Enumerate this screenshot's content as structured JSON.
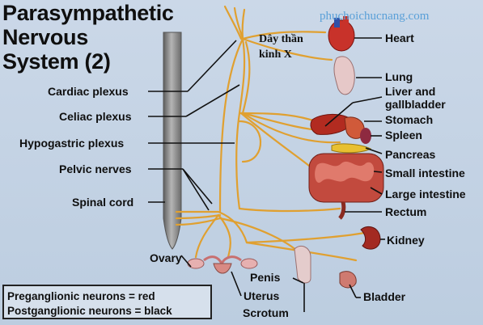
{
  "title": {
    "line1": "Parasympathetic",
    "line2": "Nervous",
    "line3": "System (2)"
  },
  "watermark": "phuchoichucnang.com",
  "annotation": {
    "line1": "Dây thần",
    "line2": "kinh X"
  },
  "left_labels": {
    "cardiac_plexus": "Cardiac plexus",
    "celiac_plexus": "Celiac plexus",
    "hypogastric_plexus": "Hypogastric plexus",
    "pelvic_nerves": "Pelvic nerves",
    "spinal_cord": "Spinal cord"
  },
  "right_labels": {
    "heart": "Heart",
    "lung": "Lung",
    "liver_line1": "Liver and",
    "liver_line2": "gallbladder",
    "stomach": "Stomach",
    "spleen": "Spleen",
    "pancreas": "Pancreas",
    "small_intestine": "Small intestine",
    "large_intestine": "Large intestine",
    "rectum": "Rectum",
    "kidney": "Kidney",
    "bladder": "Bladder"
  },
  "bottom_labels": {
    "ovary": "Ovary",
    "penis": "Penis",
    "uterus": "Uterus",
    "scrotum": "Scrotum"
  },
  "legend": {
    "line1": "Preganglionic neurons = red",
    "line2": "Postganglionic neurons = black"
  },
  "colors": {
    "background": "#c4d3e4",
    "nerve": "#e0a030",
    "spinal_cord": "#8c8c8c",
    "organ_red": "#c8322a",
    "leader_line": "#111111",
    "watermark": "#5aa0d8"
  }
}
